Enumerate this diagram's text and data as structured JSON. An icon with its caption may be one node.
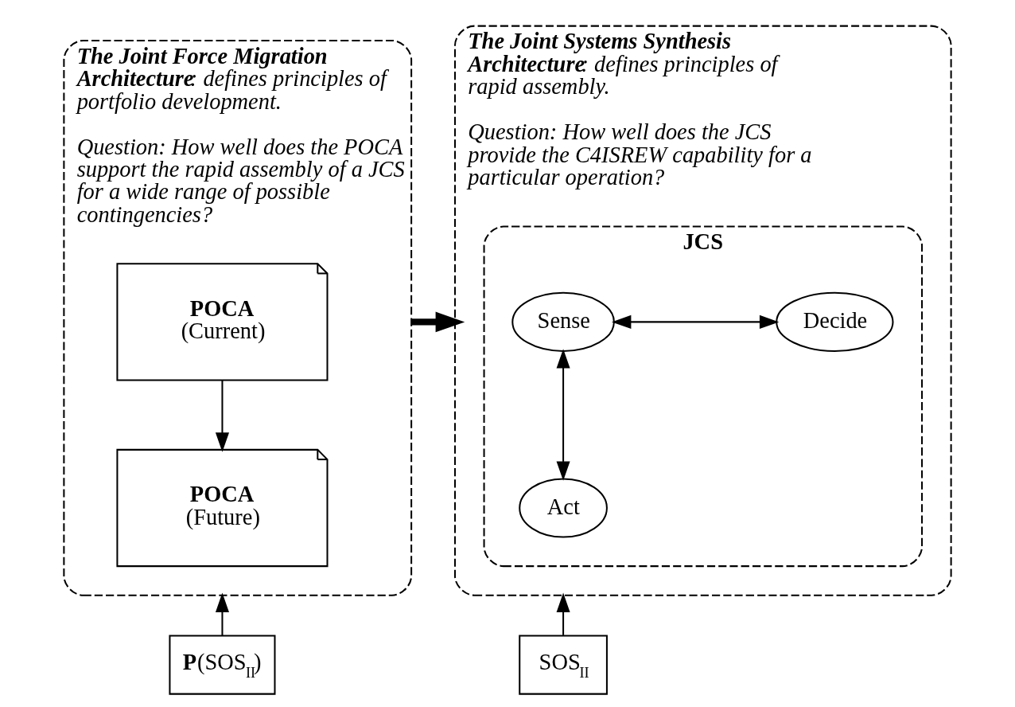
{
  "diagram": {
    "nodes": [
      {
        "text": [
          "**The Joint Force Migration Architecture**: defines principles of portfolio development.",
          "Question: How well does the POCA support the rapid assembly of a JCS for a wide range of possible contingencies?"
        ]
      },
      {
        "text": [
          "POCA",
          "(Current)"
        ],
        "in": 0
      },
      {
        "text": [
          "POCA",
          "(Future)"
        ],
        "in": 0
      },
      {
        "text": [
          "**The Joint Systems Synthesis Architecture**: defines principles of rapid assembly.",
          "Question: How well does the JCS provide the C4ISREW capability for a particular operation?"
        ]
      },
      {
        "text": [
          "JCS"
        ],
        "in": 3
      },
      {
        "text": [
          "Sense"
        ],
        "in": 4
      },
      {
        "text": [
          "Decide"
        ],
        "in": 4
      },
      {
        "text": [
          "Act"
        ],
        "in": 4
      },
      {
        "text": [
          "**P**(SOS$_{II}$)"
        ]
      },
      {
        "text": [
          "SOS$_{II}$"
        ]
      }
    ],
    "edges": [
      {
        "from": 1,
        "to": 2,
        "arrow": "to"
      },
      {
        "from": 0,
        "to": 3,
        "arrow": "to",
        "style": "thick"
      },
      {
        "from": 5,
        "to": 6,
        "arrow": "both"
      },
      {
        "from": 5,
        "to": 7,
        "arrow": "both"
      },
      {
        "from": 8,
        "to": 0,
        "arrow": "to"
      },
      {
        "from": 9,
        "to": 3,
        "arrow": "to"
      }
    ]
  }
}
